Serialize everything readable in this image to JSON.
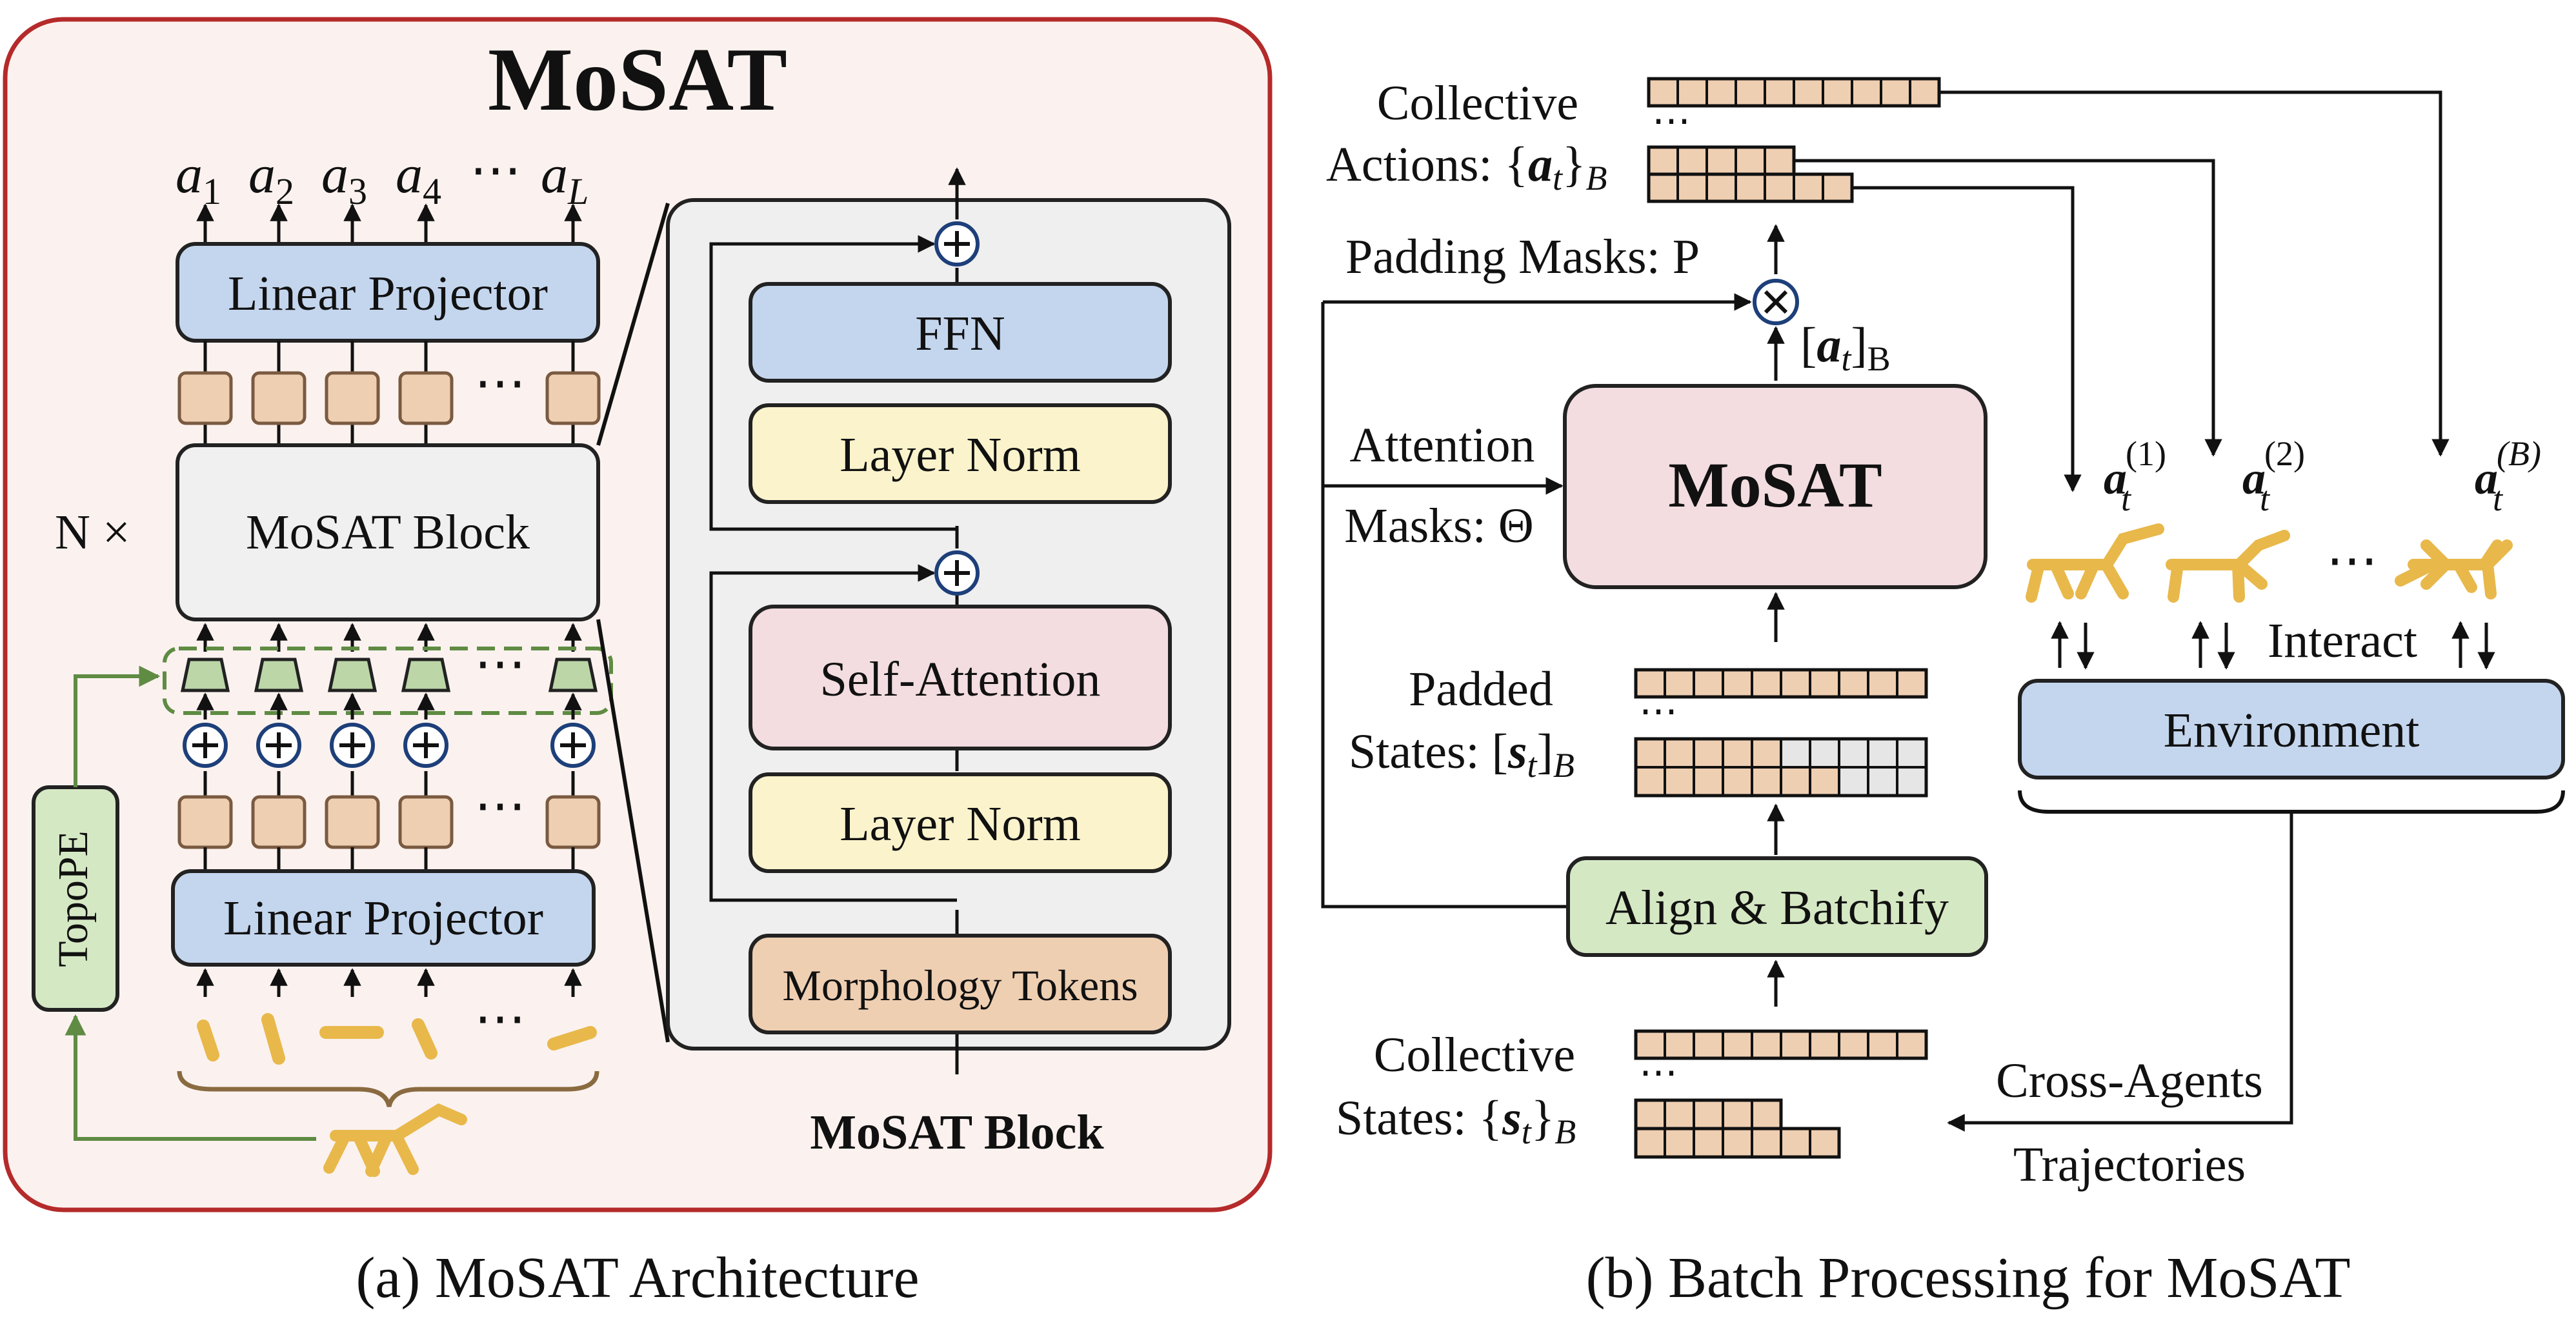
{
  "colors": {
    "frame_border": "#b52a2a",
    "frame_fill": "#fbf2ef",
    "blue_box": "#c4d6ee",
    "yellow_box": "#fbf3cc",
    "pink_box": "#f3dde0",
    "green_box": "#d5e8c4",
    "token_fill": "#efcfb2",
    "token_border": "#8a6a50",
    "block_panel": "#efefef",
    "grey_cell": "#e6e6e6",
    "green_line": "#5f8b43",
    "brace_color": "#8a6a40",
    "robot_gold": "#e8b84a"
  },
  "panel_a": {
    "title": "MoSAT",
    "outputs": [
      "a",
      "a",
      "a",
      "a",
      "a"
    ],
    "output_subs": [
      "1",
      "2",
      "3",
      "4",
      "L"
    ],
    "ellipsis": "⋯",
    "top_projector": "Linear Projector",
    "n_times": "N ×",
    "block_label": "MoSAT Block",
    "bottom_projector": "Linear Projector",
    "topo_pe": "TopoPE",
    "detail": {
      "ffn": "FFN",
      "layer_norm_1": "Layer Norm",
      "self_attention": "Self-Attention",
      "layer_norm_2": "Layer Norm",
      "morph_tokens": "Morphology Tokens",
      "caption": "MoSAT Block"
    },
    "caption": "(a) MoSAT Architecture"
  },
  "panel_b": {
    "collective_actions_1": "Collective",
    "collective_actions_2": "Actions: {",
    "actions_sym": "a",
    "actions_sub": "t",
    "actions_close": "}",
    "actions_batch": "B",
    "padding_masks": "Padding Masks: P",
    "at_bracket_l": "[",
    "at_bracket_r": "]",
    "at_batch": "B",
    "attention_1": "Attention",
    "attention_2": "Masks: Θ",
    "mosat": "MoSAT",
    "padded_1": "Padded",
    "padded_2": "States: [",
    "states_sym": "s",
    "states_sub": "t",
    "padded_close": "]",
    "padded_batch": "B",
    "align": "Align & Batchify",
    "collective_states_1": "Collective",
    "collective_states_2": "States: {",
    "collective_states_close": "}",
    "collective_states_batch": "B",
    "agent_sups": [
      "(1)",
      "(2)",
      "(B)"
    ],
    "interact": "Interact",
    "environment": "Environment",
    "cross_1": "Cross-Agents",
    "cross_2": "Trajectories",
    "dots": "⋯",
    "caption": "(b) Batch Processing for MoSAT"
  }
}
